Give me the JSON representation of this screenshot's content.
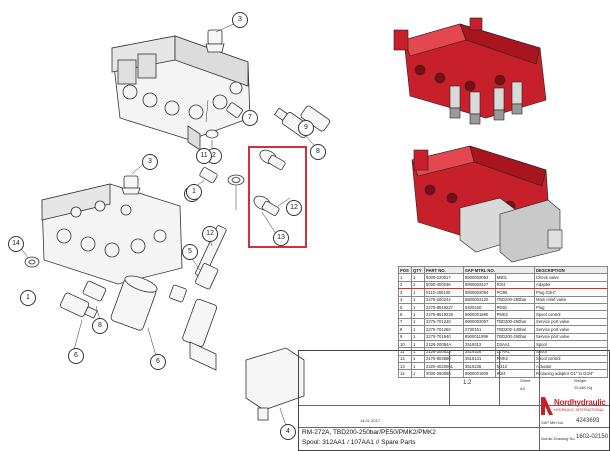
{
  "callouts": [
    "3",
    "7",
    "2",
    "11",
    "8",
    "9",
    "10",
    "1",
    "13",
    "12",
    "3",
    "12",
    "14",
    "5",
    "1",
    "6",
    "6",
    "8",
    "4"
  ],
  "bom": {
    "headers": [
      "POS",
      "QTY",
      "PART NO.",
      "SAP MTRL NO.",
      "DESCRIPTION"
    ],
    "rows": [
      [
        "1",
        "1",
        "5000-220017",
        "8900002093",
        "M501",
        "Check valve"
      ],
      [
        "2",
        "1",
        "5000-400036",
        "8900002427",
        "R3/4",
        "Adapter"
      ],
      [
        "3",
        "1",
        "0110-450100",
        "8900002094",
        "PG86",
        "Plug G3/4\""
      ],
      [
        "4",
        "1",
        "2275-200244",
        "8800002120",
        "TBD200-250bar",
        "Main relief valve"
      ],
      [
        "5",
        "1",
        "2275-8519227",
        "8400160",
        "PE50",
        "Plug"
      ],
      [
        "6",
        "1",
        "2275-8519225",
        "8900001890",
        "PMK2",
        "Spool control"
      ],
      [
        "7",
        "1",
        "2275-701240",
        "8900002097",
        "TBD200-250bar",
        "Service port valve"
      ],
      [
        "8",
        "1",
        "2275-701260",
        "2730151",
        "TBD200-140bar",
        "Service port valve"
      ],
      [
        "9",
        "1",
        "2275-701940",
        "8900011999",
        "TBD200-250bar",
        "Service port valve"
      ],
      [
        "10",
        "1",
        "2126-20084A",
        "2519312",
        "D3AA1",
        "Spool"
      ],
      [
        "11",
        "1",
        "2126-20083A",
        "3519326",
        "D7AA1",
        "Spool"
      ],
      [
        "12",
        "1",
        "2175-803880",
        "3515131",
        "PMK2",
        "Spool control"
      ],
      [
        "13",
        "1",
        "2220-4020061",
        "3515236",
        "M212",
        "Actuator"
      ],
      [
        "14",
        "1",
        "2000-260058",
        "8900001909",
        "R3/4",
        "Reducing adaptor G1\" to G3/4\""
      ]
    ]
  },
  "title_block": {
    "title": "RM-272A, TBD200-250bar/PE50/PMK2/PMK2",
    "subtitle": "Spool: 312AA1 / 107AA1  //  Spare Parts",
    "brand_name": "Nordhydraulic",
    "brand_sub": "HYDRAULIC INTERNATIONAL",
    "sap_label": "SAP Mtrl No.",
    "sap_no": "4243693",
    "drawing_label": "Nordic Drawing No.",
    "drawing_no": "1602-02150",
    "scale": "1:2",
    "date": "14.01.2017",
    "sheet_label": "Sheet",
    "size_label": "A3",
    "weight_label": "Weight",
    "weight": "10,660 Kg"
  },
  "colors": {
    "valve_red": "#c8202a",
    "highlight": "#d0303a",
    "drawing_line": "#333333"
  }
}
